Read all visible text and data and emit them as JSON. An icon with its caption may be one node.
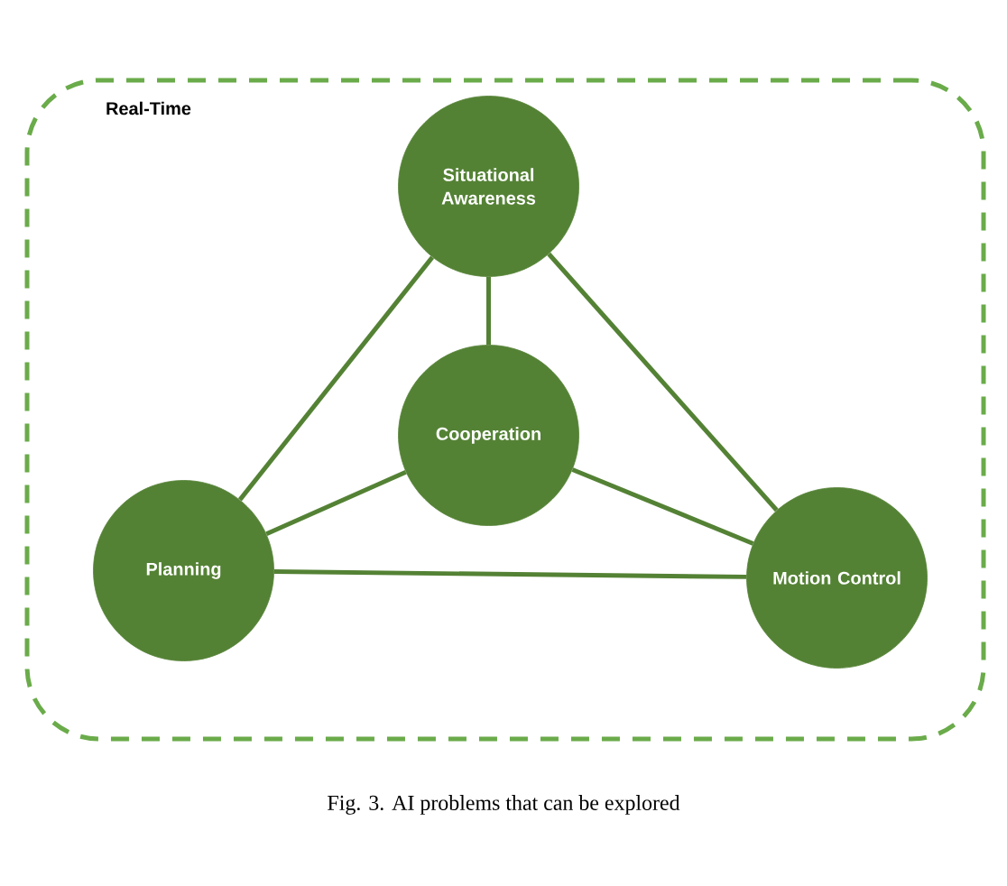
{
  "diagram": {
    "caption": "Fig. 3.  AI problems that can be explored",
    "nodes": [
      {
        "text": [
          "Real-Time"
        ]
      },
      {
        "text": [
          "Situational Awareness"
        ],
        "in": 0
      },
      {
        "text": [
          "Cooperation"
        ],
        "in": 0
      },
      {
        "text": [
          "Planning"
        ],
        "in": 0
      },
      {
        "text": [
          "Motion Control"
        ],
        "in": 0
      }
    ],
    "edges": [
      {
        "from": 1,
        "to": 2,
        "arrow": "none"
      },
      {
        "from": 1,
        "to": 3,
        "arrow": "none"
      },
      {
        "from": 1,
        "to": 4,
        "arrow": "none"
      },
      {
        "from": 2,
        "to": 3,
        "arrow": "none"
      },
      {
        "from": 2,
        "to": 4,
        "arrow": "none"
      },
      {
        "from": 3,
        "to": 4,
        "arrow": "none"
      }
    ]
  }
}
